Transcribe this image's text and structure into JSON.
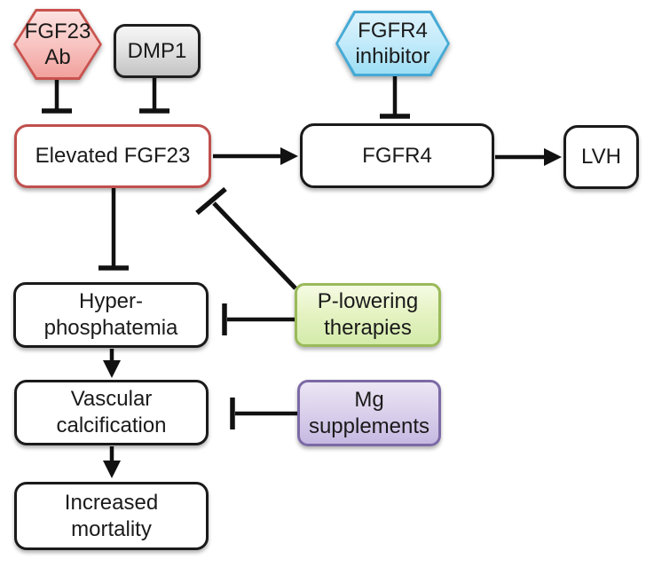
{
  "diagram": {
    "description": "FGF23 signaling pathway with therapeutic interventions",
    "colors": {
      "background": "#ffffff",
      "line": "#111111",
      "black_box_border": "#1a1a1a",
      "elevated_fgf23_border": "#c0504d",
      "fgf23_ab_border": "#c9524d",
      "fgf23_ab_fill": "#f5b5b1",
      "dmp1_fill": "#d9d9d9",
      "fgfr4_inhibitor_border": "#45aad5",
      "fgfr4_inhibitor_fill": "#b4e6f8",
      "p_lowering_border": "#9aba5a",
      "p_lowering_fill": "#e1f0ba",
      "mg_supplements_border": "#7c6aa6",
      "mg_supplements_fill": "#d5c9e8"
    },
    "nodes": {
      "fgf23_ab": {
        "shape": "hexagon",
        "line1": "FGF23",
        "line2": "Ab"
      },
      "dmp1": {
        "shape": "rounded-rect",
        "line1": "DMP1"
      },
      "fgfr4_inhibitor": {
        "shape": "hexagon",
        "line1": "FGFR4",
        "line2": "inhibitor"
      },
      "elevated_fgf23": {
        "shape": "rounded-rect",
        "line1": "Elevated FGF23"
      },
      "fgfr4": {
        "shape": "rounded-rect",
        "line1": "FGFR4"
      },
      "lvh": {
        "shape": "rounded-rect",
        "line1": "LVH"
      },
      "hyperphosphatemia": {
        "shape": "rounded-rect",
        "line1": "Hyper-",
        "line2": "phosphatemia"
      },
      "p_lowering_therapies": {
        "shape": "rounded-rect",
        "line1": "P-lowering",
        "line2": "therapies"
      },
      "vascular_calcification": {
        "shape": "rounded-rect",
        "line1": "Vascular",
        "line2": "calcification"
      },
      "mg_supplements": {
        "shape": "rounded-rect",
        "line1": "Mg",
        "line2": "supplements"
      },
      "increased_mortality": {
        "shape": "rounded-rect",
        "line1": "Increased",
        "line2": "mortality"
      }
    },
    "edges": [
      {
        "from": "FGF23 Ab",
        "to": "Elevated FGF23",
        "type": "inhibits"
      },
      {
        "from": "DMP1",
        "to": "Elevated FGF23",
        "type": "inhibits"
      },
      {
        "from": "FGFR4 inhibitor",
        "to": "FGFR4",
        "type": "inhibits"
      },
      {
        "from": "Elevated FGF23",
        "to": "FGFR4",
        "type": "activates"
      },
      {
        "from": "FGFR4",
        "to": "LVH",
        "type": "activates"
      },
      {
        "from": "Elevated FGF23",
        "to": "Hyper-phosphatemia",
        "type": "inhibits"
      },
      {
        "from": "P-lowering therapies",
        "to": "Elevated FGF23",
        "type": "inhibits"
      },
      {
        "from": "P-lowering therapies",
        "to": "Hyper-phosphatemia",
        "type": "inhibits"
      },
      {
        "from": "Hyper-phosphatemia",
        "to": "Vascular calcification",
        "type": "activates"
      },
      {
        "from": "Mg supplements",
        "to": "Vascular calcification",
        "type": "inhibits"
      },
      {
        "from": "Vascular calcification",
        "to": "Increased mortality",
        "type": "activates"
      }
    ]
  }
}
